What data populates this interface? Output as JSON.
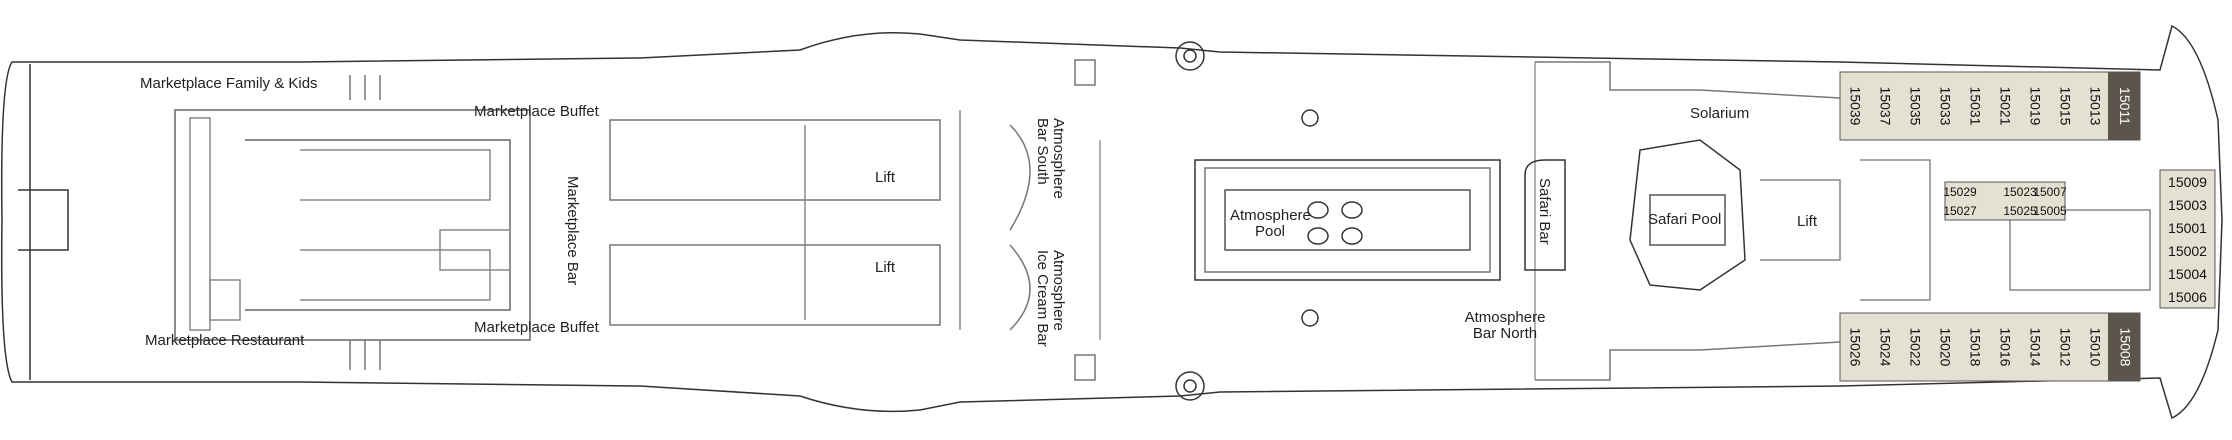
{
  "labels": {
    "marketplace_family_kids": "Marketplace Family & Kids",
    "marketplace_buffet_top": "Marketplace Buffet",
    "marketplace_buffet_bottom": "Marketplace Buffet",
    "marketplace_bar": "Marketplace Bar",
    "marketplace_restaurant": "Marketplace Restaurant",
    "lift_fwd_top": "Lift",
    "lift_fwd_bottom": "Lift",
    "atmosphere_bar_south": [
      "Atmosphere",
      "Bar South"
    ],
    "atmosphere_ice_cream_bar": [
      "Atmosphere",
      "Ice Cream Bar"
    ],
    "atmosphere_pool": [
      "Atmosphere",
      "Pool"
    ],
    "solarium": "Solarium",
    "safari_bar": "Safari Bar",
    "safari_pool": "Safari Pool",
    "lift_aft": "Lift",
    "atmosphere_bar_north": [
      "Atmosphere",
      "Bar North"
    ]
  },
  "cabins": {
    "top_row": [
      "15039",
      "15037",
      "15035",
      "15033",
      "15031",
      "15021",
      "15019",
      "15015",
      "15013",
      "15011"
    ],
    "bottom_row": [
      "15026",
      "15024",
      "15022",
      "15020",
      "15018",
      "15016",
      "15014",
      "15012",
      "15010",
      "15008"
    ],
    "inner_grid": [
      "15029",
      "15027",
      "15023",
      "15007",
      "15025",
      "15005"
    ],
    "stern_column": [
      "15009",
      "15003",
      "15001",
      "15002",
      "15004",
      "15006"
    ]
  },
  "colors": {
    "cabin_fill": "#e4e0d2",
    "cabin_dark": "#5b554c",
    "line": "#333333"
  }
}
